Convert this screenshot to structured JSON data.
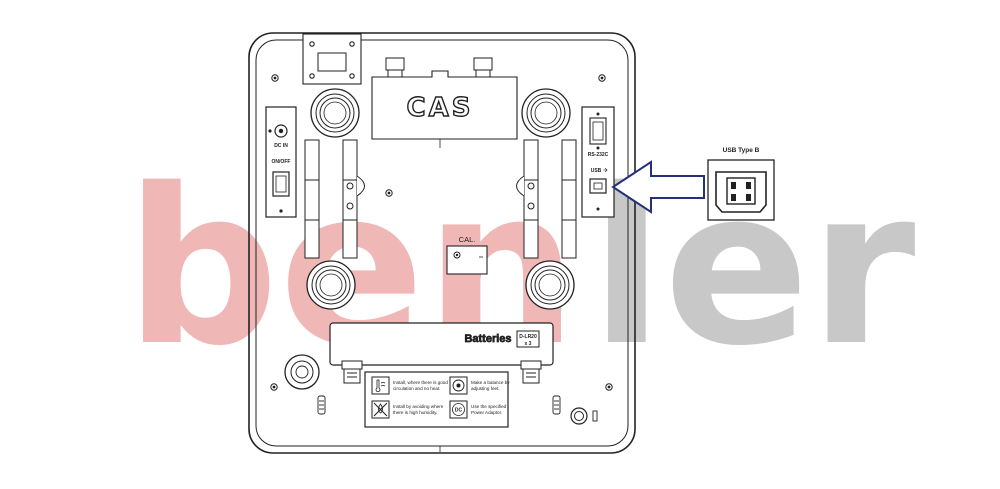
{
  "diagram": {
    "logo": "CAS",
    "labels": {
      "dc_in": "DC IN",
      "on_off": "ON/OFF",
      "rs232c": "RS-232C",
      "usb_port": "USB",
      "cal": "CAL.",
      "batteries": "Batteries",
      "battery_spec_1": "D-LR20",
      "battery_spec_2": "x 3",
      "usb_type_b": "USB Type B"
    },
    "instructions": [
      {
        "icon": "temperature-icon",
        "lines": [
          "Install, where there is good",
          "circulation and no heat."
        ]
      },
      {
        "icon": "level-icon",
        "lines": [
          "Make a balance by",
          "adjusting feet."
        ]
      },
      {
        "icon": "no-humidity-icon",
        "lines": [
          "Install by avoiding where",
          "there is high humidity."
        ]
      },
      {
        "icon": "dc-adapter-icon",
        "lines": [
          "Use the specified",
          "Power Adaptor."
        ]
      }
    ],
    "watermark": {
      "text_red": "ben",
      "text_grey": "ler",
      "color_red": "#f0b7b7",
      "color_grey": "#c8c8c8"
    },
    "colors": {
      "arrow": "#26307a",
      "line": "#222222"
    }
  }
}
